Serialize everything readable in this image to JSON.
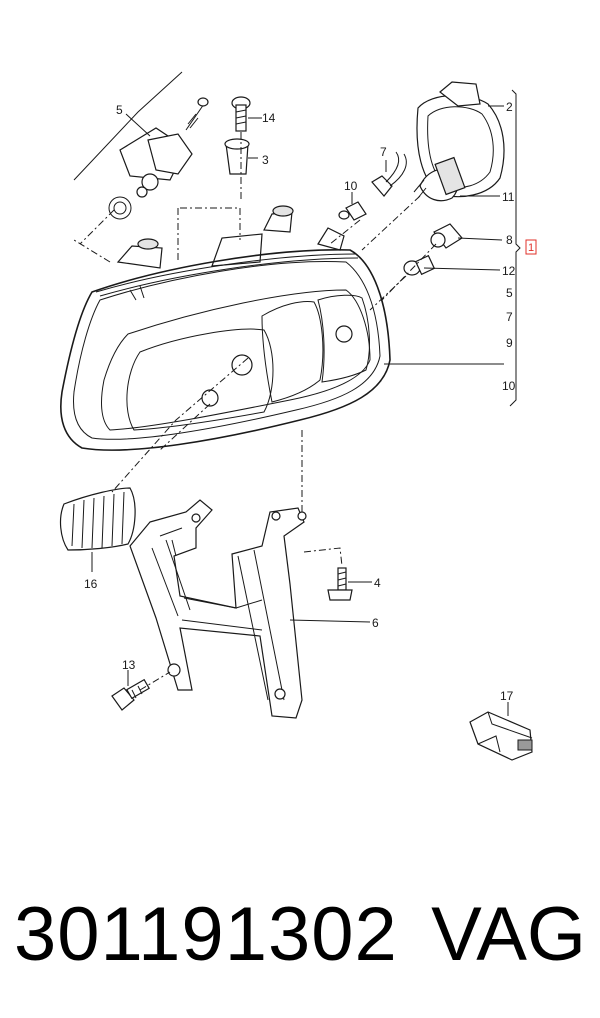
{
  "diagram": {
    "callouts": {
      "c1": "1",
      "c2": "2",
      "c3": "3",
      "c4": "4",
      "c5a": "5",
      "c5b": "5",
      "c6": "6",
      "c7a": "7",
      "c7b": "7",
      "c8": "8",
      "c9": "9",
      "c10a": "10",
      "c10b": "10",
      "c11": "11",
      "c12": "12",
      "c13": "13",
      "c14": "14",
      "c16": "16",
      "c17": "17"
    },
    "highlight_color": "#e0302a"
  },
  "footer": {
    "part_number": "301191302",
    "brand": "VAG"
  }
}
